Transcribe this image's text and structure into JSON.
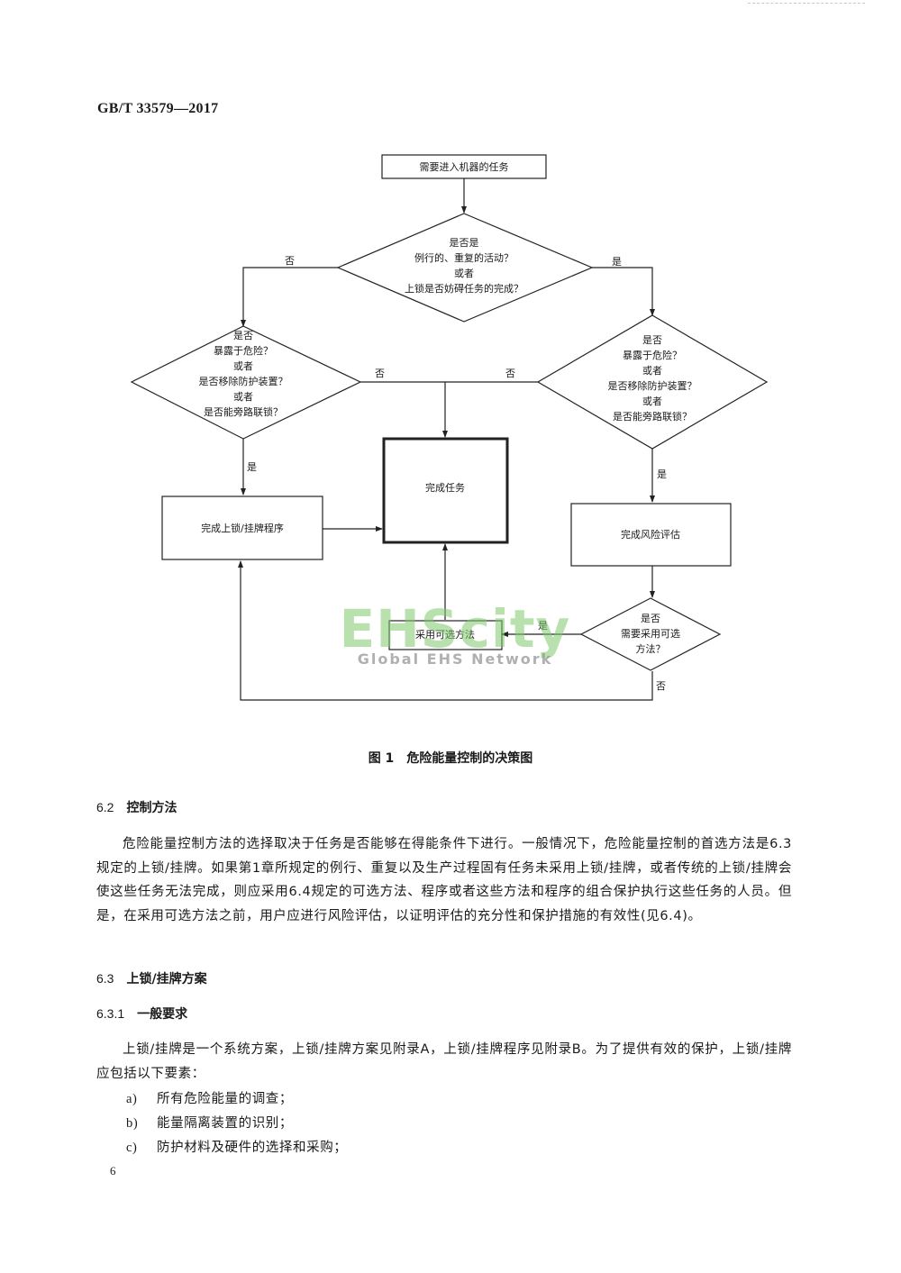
{
  "header": {
    "standard_code": "GB/T 33579—2017"
  },
  "flowchart": {
    "start_box": "需要进入机器的任务",
    "decision_top": [
      "是否是",
      "例行的、重复的活动？",
      "或者",
      "上锁是否妨碍任务的完成？"
    ],
    "decision_left": [
      "是否",
      "暴露于危险？",
      "或者",
      "是否移除防护装置？",
      "或者",
      "是否能旁路联锁？"
    ],
    "decision_right": [
      "是否",
      "暴露于危险？",
      "或者",
      "是否移除防护装置？",
      "或者",
      "是否能旁路联锁？"
    ],
    "box_loto": "完成上锁/挂牌程序",
    "box_complete": "完成任务",
    "box_risk": "完成风险评估",
    "decision_bottom": [
      "是否",
      "需要采用可选",
      "方法？"
    ],
    "box_alt": "采用可选方法",
    "label_yes": "是",
    "label_no": "否"
  },
  "figure": {
    "number": "图 1",
    "title": "危险能量控制的决策图"
  },
  "sections": {
    "s62": {
      "number": "6.2",
      "title": "控制方法"
    },
    "s62_body": "危险能量控制方法的选择取决于任务是否能够在得能条件下进行。一般情况下，危险能量控制的首选方法是6.3规定的上锁/挂牌。如果第1章所规定的例行、重复以及生产过程固有任务未采用上锁/挂牌，或者传统的上锁/挂牌会使这些任务无法完成，则应采用6.4规定的可选方法、程序或者这些方法和程序的组合保护执行这些任务的人员。但是，在采用可选方法之前，用户应进行风险评估，以证明评估的充分性和保护措施的有效性(见6.4)。",
    "s63": {
      "number": "6.3",
      "title": "上锁/挂牌方案"
    },
    "s631": {
      "number": "6.3.1",
      "title": "一般要求"
    },
    "s631_body": "上锁/挂牌是一个系统方案，上锁/挂牌方案见附录A，上锁/挂牌程序见附录B。为了提供有效的保护，上锁/挂牌应包括以下要素：",
    "list": [
      {
        "marker": "a)",
        "text": "所有危险能量的调查；"
      },
      {
        "marker": "b)",
        "text": "能量隔离装置的识别；"
      },
      {
        "marker": "c)",
        "text": "防护材料及硬件的选择和采购；"
      }
    ]
  },
  "watermark": {
    "logo": "EHScity",
    "tagline": "Global EHS Network"
  },
  "page_number": "6"
}
